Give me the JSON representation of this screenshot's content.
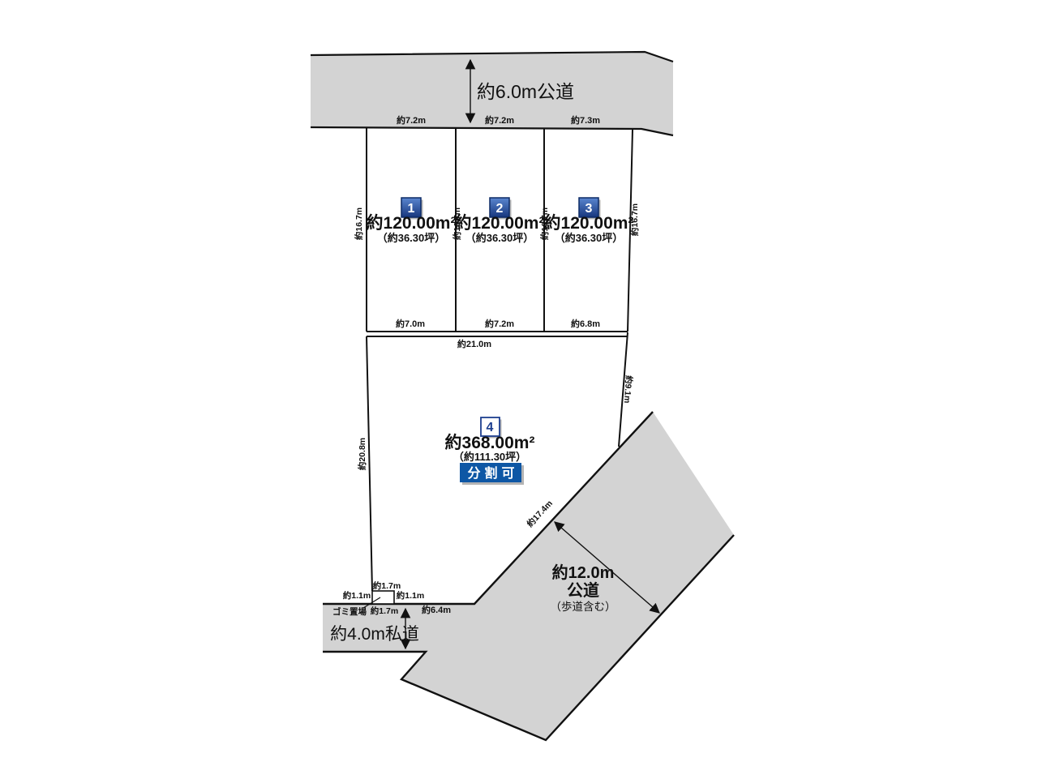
{
  "colors": {
    "road_fill": "#d3d3d3",
    "line": "#111111",
    "badge_blue_top": "#5a86cf",
    "badge_blue_bottom": "#17377e",
    "badge_border": "#0d2b66",
    "split_badge_bg": "#0e57a5"
  },
  "top_road": {
    "label": "約6.0m公道",
    "width_labels": [
      "約7.2m",
      "約7.2m",
      "約7.3m"
    ]
  },
  "lots": [
    {
      "no": "1",
      "area": "約120.00m²",
      "tsubo": "（約36.30坪）"
    },
    {
      "no": "2",
      "area": "約120.00m²",
      "tsubo": "（約36.30坪）"
    },
    {
      "no": "3",
      "area": "約120.00m²",
      "tsubo": "（約36.30坪）"
    },
    {
      "no": "4",
      "area": "約368.00m²",
      "tsubo": "（約111.30坪）",
      "note": "分割可"
    }
  ],
  "dims": {
    "lot_depths": [
      "約16.7m",
      "約16.7m",
      "約16.7m",
      "約16.7m"
    ],
    "lot_widths_bottom": [
      "約7.0m",
      "約7.2m",
      "約6.8m"
    ],
    "lot4_width_top": "約21.0m",
    "lot4_left": "約20.8m",
    "lot4_right": "約9.1m",
    "lot4_diagonal": "約17.4m",
    "bottom_edge": "約6.4m",
    "garbage": {
      "label": "ゴミ置場",
      "top": "約1.7m",
      "bottom": "約1.7m",
      "left": "約1.1m",
      "right": "約1.1m"
    }
  },
  "private_road": {
    "label": "約4.0m私道"
  },
  "public_road": {
    "line1": "約12.0m",
    "line2": "公道",
    "line3": "（歩道含む）"
  }
}
